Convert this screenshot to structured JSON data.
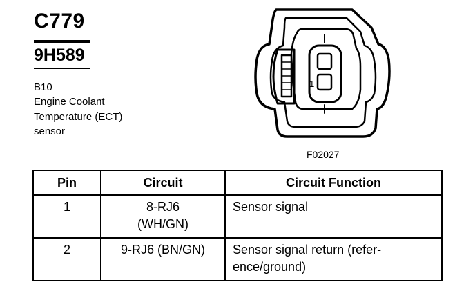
{
  "header": {
    "connector_id": "C779",
    "part_number": "9H589",
    "description_lines": [
      "B10",
      "Engine Coolant",
      "Temperature (ECT)",
      "sensor"
    ]
  },
  "diagram": {
    "pin_label": "1",
    "figure_ref": "F02027"
  },
  "table": {
    "headers": [
      "Pin",
      "Circuit",
      "Circuit Function"
    ],
    "rows": [
      {
        "pin": "1",
        "circuit": [
          "8-RJ6",
          "(WH/GN)"
        ],
        "function": [
          "Sensor signal"
        ]
      },
      {
        "pin": "2",
        "circuit": [
          "9-RJ6 (BN/GN)"
        ],
        "function": [
          "Sensor signal return (refer-",
          "ence/ground)"
        ]
      }
    ]
  }
}
